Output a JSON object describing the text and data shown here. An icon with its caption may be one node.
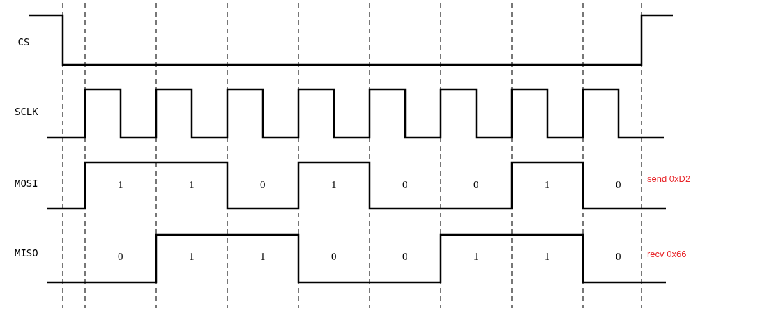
{
  "diagram": {
    "labels": [
      "CS",
      "SCLK",
      "MOSI",
      "1",
      "1",
      "0",
      "1",
      "0",
      "0",
      "1",
      "0",
      "send 0xD2",
      "MISO",
      "0",
      "1",
      "1",
      "0",
      "0",
      "1",
      "1",
      "0",
      "recv 0x66"
    ]
  }
}
